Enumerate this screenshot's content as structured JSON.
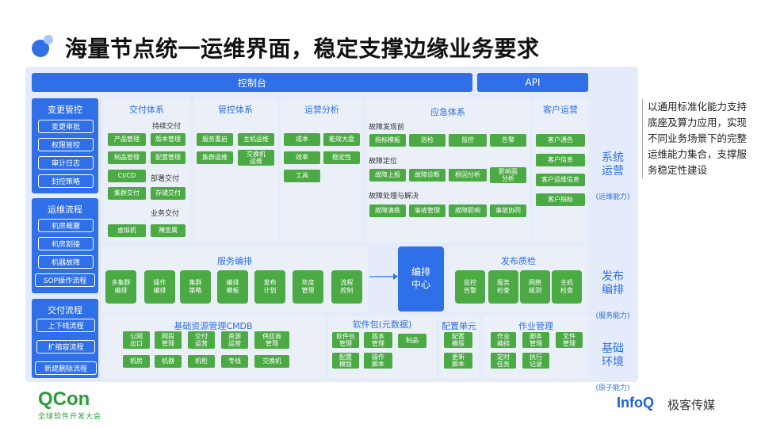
{
  "title": "海量节点统一运维界面，稳定支撑边缘业务要求",
  "top_bar": {
    "console": "控制台",
    "api": "API"
  },
  "left": {
    "change": {
      "title": "变更管控",
      "items": [
        "变更审批",
        "权限管控",
        "审计日志",
        "封控策略"
      ]
    },
    "ops": {
      "title": "运维流程",
      "items": [
        "机房裁撤",
        "机房割接",
        "机器故障",
        "SOP操作流程"
      ]
    },
    "delivery": {
      "title": "交付流程",
      "items": [
        "上下线流程",
        "扩缩容流程",
        "新建删除流程"
      ]
    }
  },
  "delivery_system": {
    "title": "交付体系",
    "sub1": "持续交付",
    "items1": [
      "产品管理",
      "版本管理",
      "制品管理",
      "配置管理",
      "CI/CD"
    ],
    "sub2": "部署交付",
    "items2": [
      "集群交付",
      "存储交付"
    ],
    "sub3": "业务交付",
    "items3": [
      "虚拟机",
      "裸金属"
    ]
  },
  "control_system": {
    "title": "管控体系",
    "items": [
      "服务重启",
      "主机运维",
      "集群运维",
      "交换机\n运维"
    ]
  },
  "ops_analysis": {
    "title": "运营分析",
    "items": [
      "成本",
      "能效大盘",
      "效率",
      "稳定性",
      "工具"
    ]
  },
  "emergency": {
    "title": "应急体系",
    "sub1": "故障发现前",
    "items1": [
      "指标模板",
      "巡检",
      "监控",
      "告警"
    ],
    "sub2": "故障定位",
    "items2": [
      "故障上报",
      "故障诊断",
      "根因分析",
      "影响面\n分析"
    ],
    "sub3": "故障处理与解决",
    "items3": [
      "故障演练",
      "事故管理",
      "故障影响",
      "事故协同"
    ]
  },
  "customer_ops": {
    "title": "客户运营",
    "items": [
      "客户通告",
      "客户信息",
      "客户运维信息",
      "客户指标"
    ]
  },
  "orchestration": {
    "title": "服务编排",
    "items": [
      "多集群\n编排",
      "操作\n编排",
      "集群\n策略",
      "编排\n模板",
      "发布\n计划",
      "灰度\n管理",
      "流程\n控制"
    ]
  },
  "center": "编排\n中心",
  "release_quality": {
    "title": "发布质检",
    "items": [
      "监控\n告警",
      "服务\n检查",
      "网络\n拨测",
      "主机\n检查"
    ]
  },
  "cmdb": {
    "title": "基础资源管理CMDB",
    "items": [
      "公网\n出口",
      "网段\n管理",
      "交付\n运营",
      "资源\n运营",
      "供应商\n管理",
      "机房",
      "机器",
      "机柜",
      "专线",
      "交换机"
    ]
  },
  "package": {
    "title": "软件包(元数据)",
    "items": [
      "软件包\n管理",
      "版本\n管理",
      "制品",
      "配置\n模版",
      "操作\n脚本"
    ]
  },
  "config_unit": {
    "title": "配置单元",
    "items": [
      "配置\n模版",
      "更新\n脚本"
    ]
  },
  "job": {
    "title": "作业管理",
    "items": [
      "作业\n编排",
      "脚本\n管理",
      "文件\n管理",
      "定时\n任务",
      "执行\n记录"
    ]
  },
  "right_labels": {
    "ops": {
      "main": "系统\n运营",
      "sub": "(运维能力)"
    },
    "orch": {
      "main": "发布\n编排",
      "sub": "(服务能力)"
    },
    "base": {
      "main": "基础\n环境",
      "sub": "(原子能力)"
    }
  },
  "side_note": "以通用标准化能力支持底座及算力应用，实现不同业务场景下的完整运维能力集合，支撑服务稳定性建设",
  "logos": {
    "qcon": "QCon",
    "qcon_sub": "全球软件开发大会",
    "infoq": "InfoQ",
    "infoq_cn": "极客传媒"
  }
}
